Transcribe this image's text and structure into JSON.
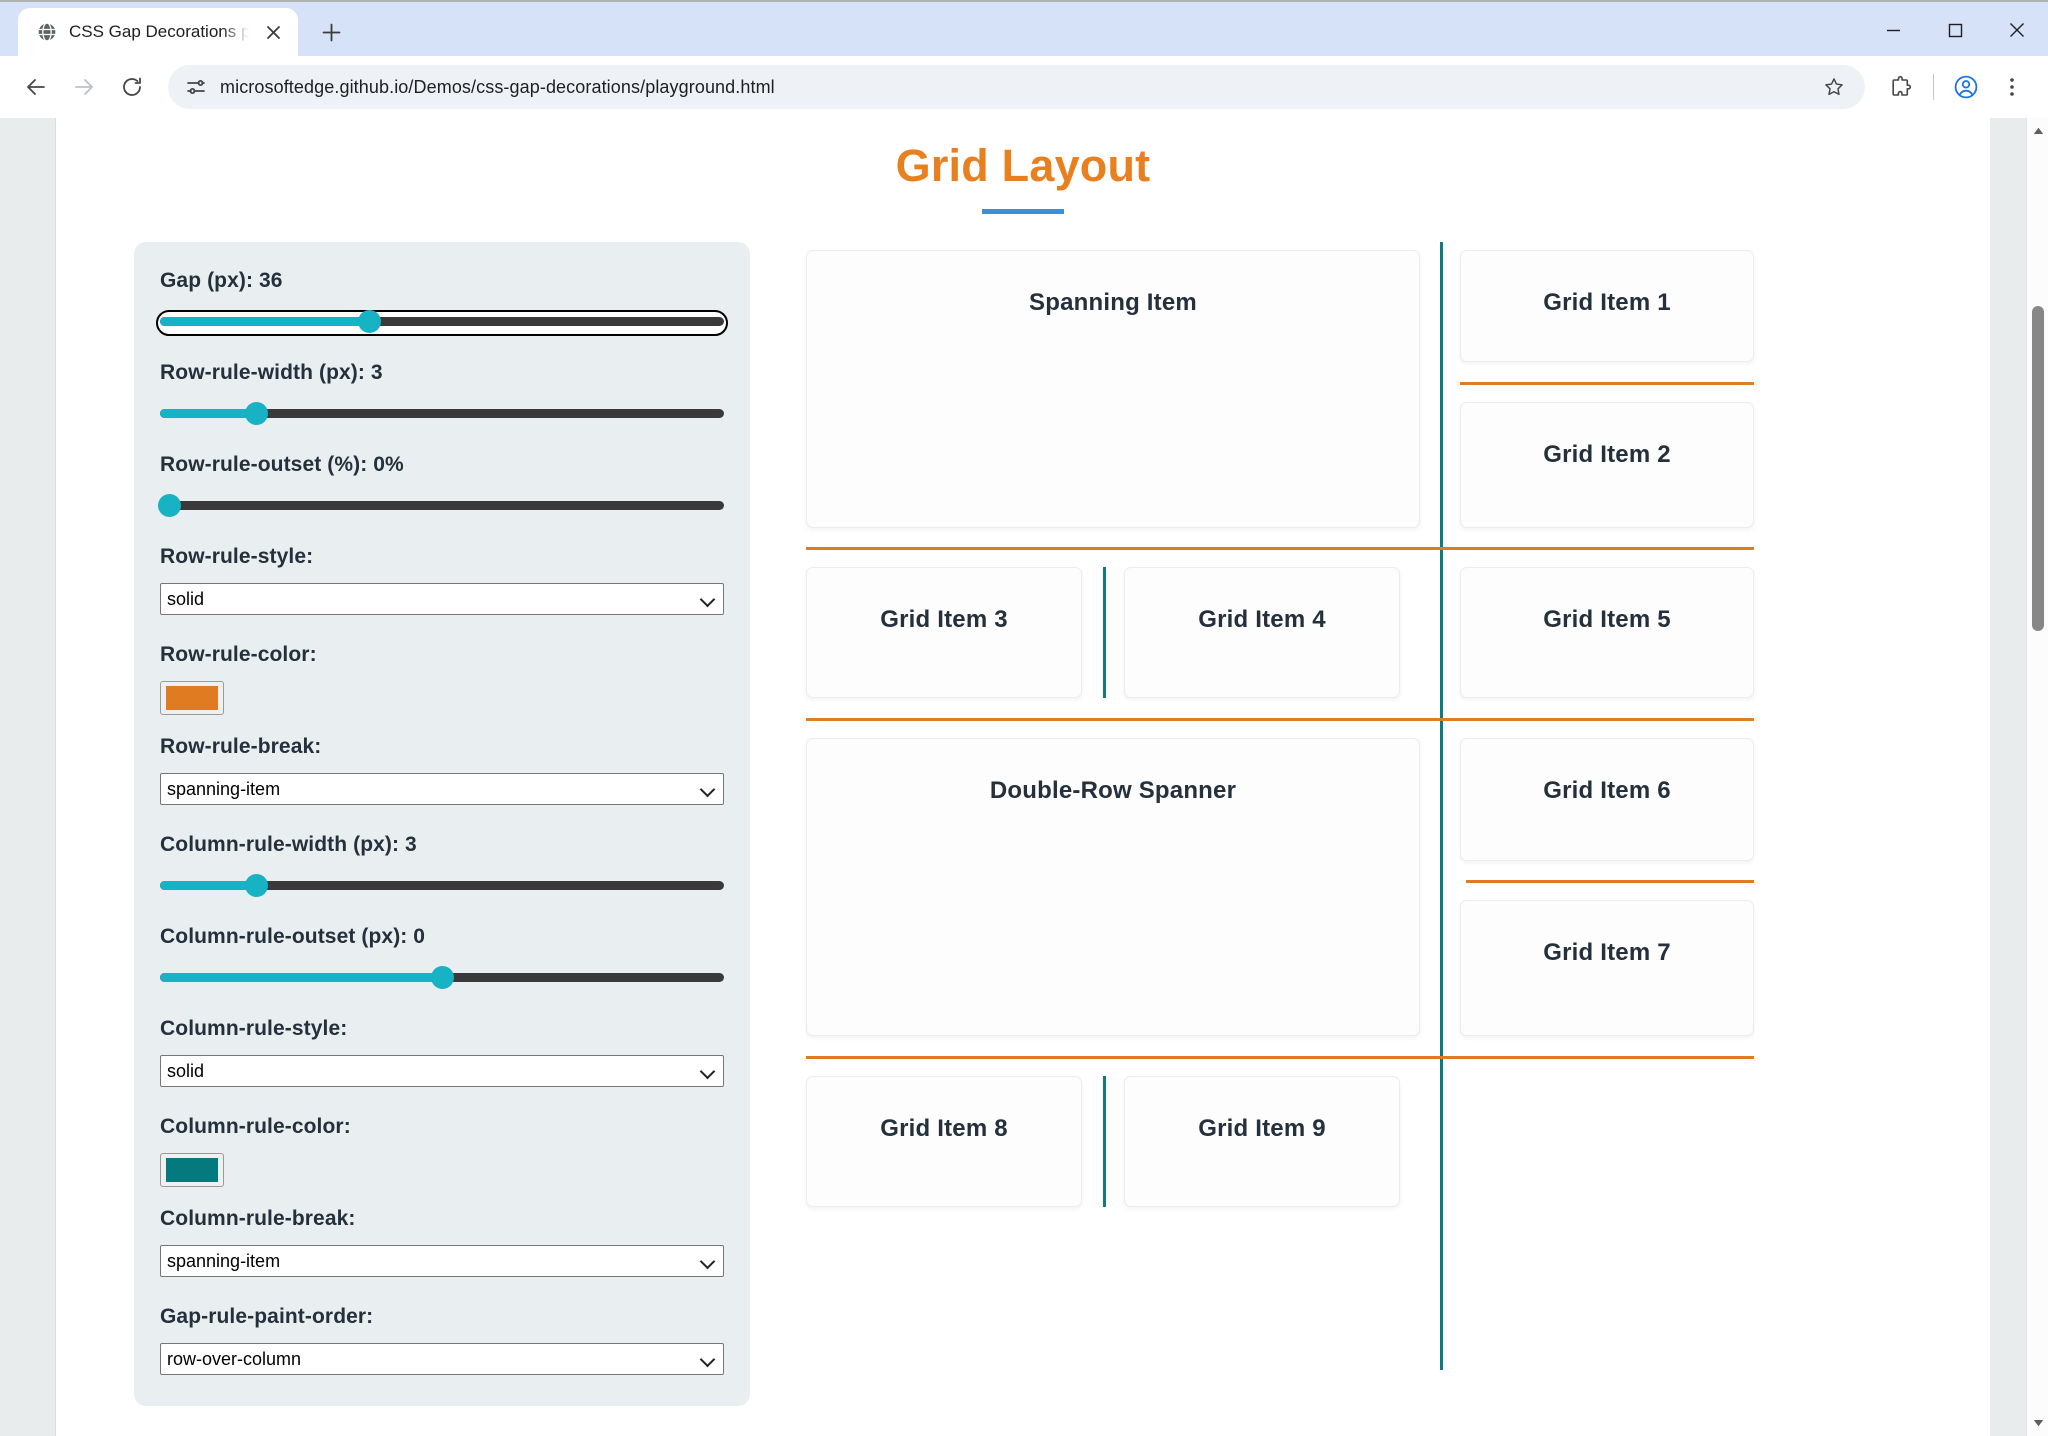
{
  "browser": {
    "tab": {
      "title": "CSS Gap Decorations playgroun",
      "favicon_icon": "globe-icon",
      "close_icon": "close-icon"
    },
    "new_tab_icon": "plus-icon",
    "window_controls": {
      "minimize_icon": "minimize-icon",
      "maximize_icon": "maximize-icon",
      "close_icon": "window-close-icon"
    },
    "toolbar": {
      "back_icon": "back-arrow-icon",
      "forward_icon": "forward-arrow-icon",
      "reload_icon": "reload-icon",
      "site_info_icon": "tune-page-info-icon",
      "url": "microsoftedge.github.io/Demos/css-gap-decorations/playground.html",
      "bookmark_icon": "star-icon",
      "extensions_icon": "extensions-puzzle-icon",
      "profile_icon": "profile-avatar-icon",
      "menu_icon": "more-vertical-icon"
    },
    "scrollbar": {
      "up_arrow_icon": "scroll-up-arrow-icon",
      "down_arrow_icon": "scroll-down-arrow-icon"
    }
  },
  "page": {
    "title": "Grid Layout",
    "colors": {
      "title": "#e8801f",
      "title_underline": "#3b8fd4",
      "row_rule": "#e07b22",
      "column_rule": "#0d7c82",
      "slider_accent": "#17b3c4",
      "panel_bg": "#e9eef0",
      "label_text": "#24303c"
    },
    "controls": [
      {
        "name": "gap",
        "label": "Gap (px): 36",
        "type": "range",
        "value": 36,
        "percent": 37,
        "focused": true
      },
      {
        "name": "row-rule-width",
        "label": "Row-rule-width (px): 3",
        "type": "range",
        "value": 3,
        "percent": 17,
        "focused": false
      },
      {
        "name": "row-rule-outset",
        "label": "Row-rule-outset (%): 0%",
        "type": "range",
        "value": 0,
        "percent": 1,
        "focused": false
      },
      {
        "name": "row-rule-style",
        "label": "Row-rule-style:",
        "type": "select",
        "value": "solid"
      },
      {
        "name": "row-rule-color",
        "label": "Row-rule-color:",
        "type": "color",
        "value": "#e07b22"
      },
      {
        "name": "row-rule-break",
        "label": "Row-rule-break:",
        "type": "select",
        "value": "spanning-item"
      },
      {
        "name": "column-rule-width",
        "label": "Column-rule-width (px): 3",
        "type": "range",
        "value": 3,
        "percent": 17,
        "focused": false
      },
      {
        "name": "column-rule-outset",
        "label": "Column-rule-outset (px): 0",
        "type": "range",
        "value": 0,
        "percent": 50,
        "focused": false
      },
      {
        "name": "column-rule-style",
        "label": "Column-rule-style:",
        "type": "select",
        "value": "solid"
      },
      {
        "name": "column-rule-color",
        "label": "Column-rule-color:",
        "type": "color",
        "value": "#057a7e"
      },
      {
        "name": "column-rule-break",
        "label": "Column-rule-break:",
        "type": "select",
        "value": "spanning-item"
      },
      {
        "name": "gap-rule-paint-order",
        "label": "Gap-rule-paint-order:",
        "type": "select",
        "value": "row-over-column"
      }
    ],
    "grid_items": [
      {
        "name": "spanning-item",
        "label": "Spanning Item"
      },
      {
        "name": "grid-item-1",
        "label": "Grid Item 1"
      },
      {
        "name": "grid-item-2",
        "label": "Grid Item 2"
      },
      {
        "name": "grid-item-3",
        "label": "Grid Item 3"
      },
      {
        "name": "grid-item-4",
        "label": "Grid Item 4"
      },
      {
        "name": "grid-item-5",
        "label": "Grid Item 5"
      },
      {
        "name": "double-row-spanner",
        "label": "Double-Row Spanner"
      },
      {
        "name": "grid-item-6",
        "label": "Grid Item 6"
      },
      {
        "name": "grid-item-7",
        "label": "Grid Item 7"
      },
      {
        "name": "grid-item-8",
        "label": "Grid Item 8"
      },
      {
        "name": "grid-item-9",
        "label": "Grid Item 9"
      }
    ]
  }
}
